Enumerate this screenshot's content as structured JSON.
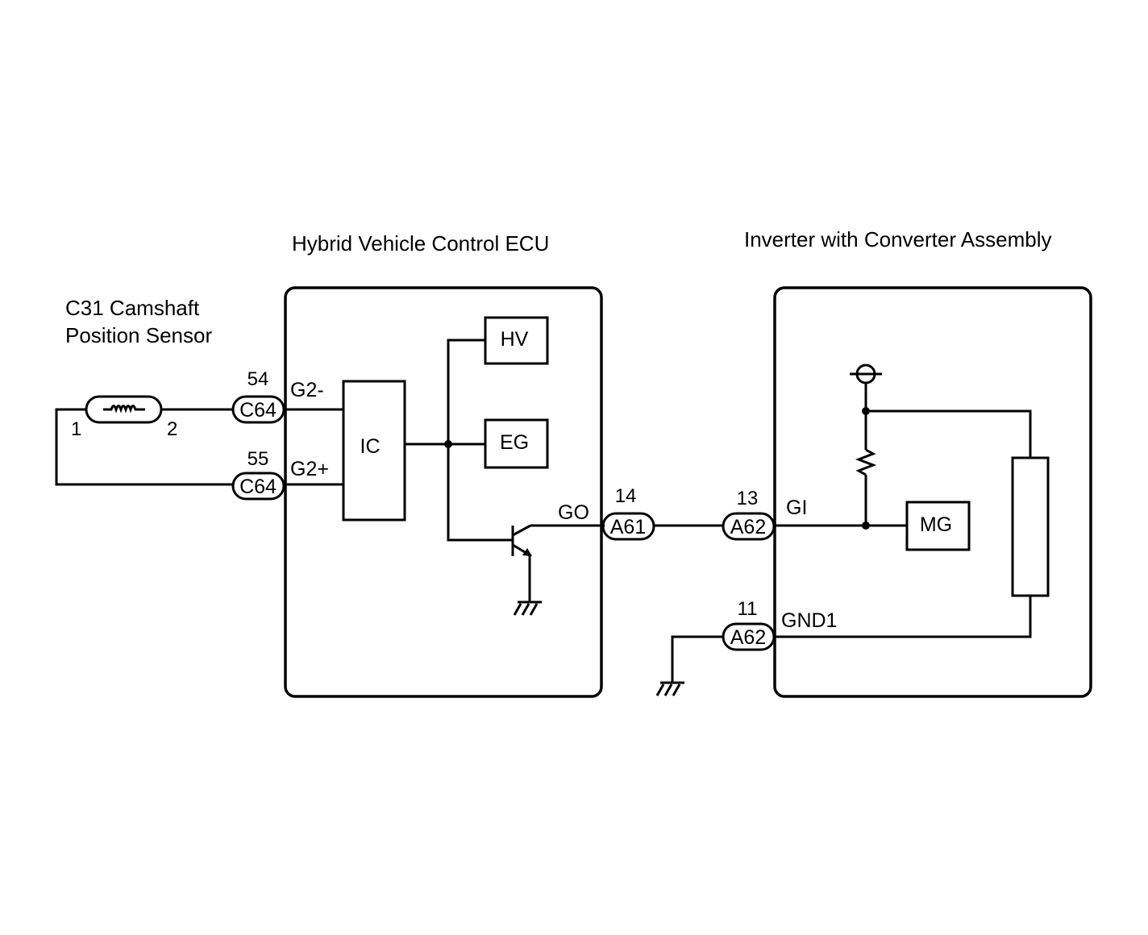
{
  "titles": {
    "ecu": "Hybrid Vehicle Control ECU",
    "inverter": "Inverter with Converter Assembly",
    "sensor_line1": "C31 Camshaft",
    "sensor_line2": "Position Sensor"
  },
  "sensor": {
    "pin1": "1",
    "pin2": "2"
  },
  "connectors": {
    "c64_top": {
      "pin": "54",
      "label": "C64",
      "signal": "G2-"
    },
    "c64_bottom": {
      "pin": "55",
      "label": "C64",
      "signal": "G2+"
    },
    "a61": {
      "pin": "14",
      "label": "A61",
      "signal": "GO"
    },
    "a62_gi": {
      "pin": "13",
      "label": "A62",
      "signal": "GI"
    },
    "a62_gnd": {
      "pin": "11",
      "label": "A62",
      "signal": "GND1"
    }
  },
  "blocks": {
    "ic": "IC",
    "hv": "HV",
    "eg": "EG",
    "mg": "MG"
  }
}
